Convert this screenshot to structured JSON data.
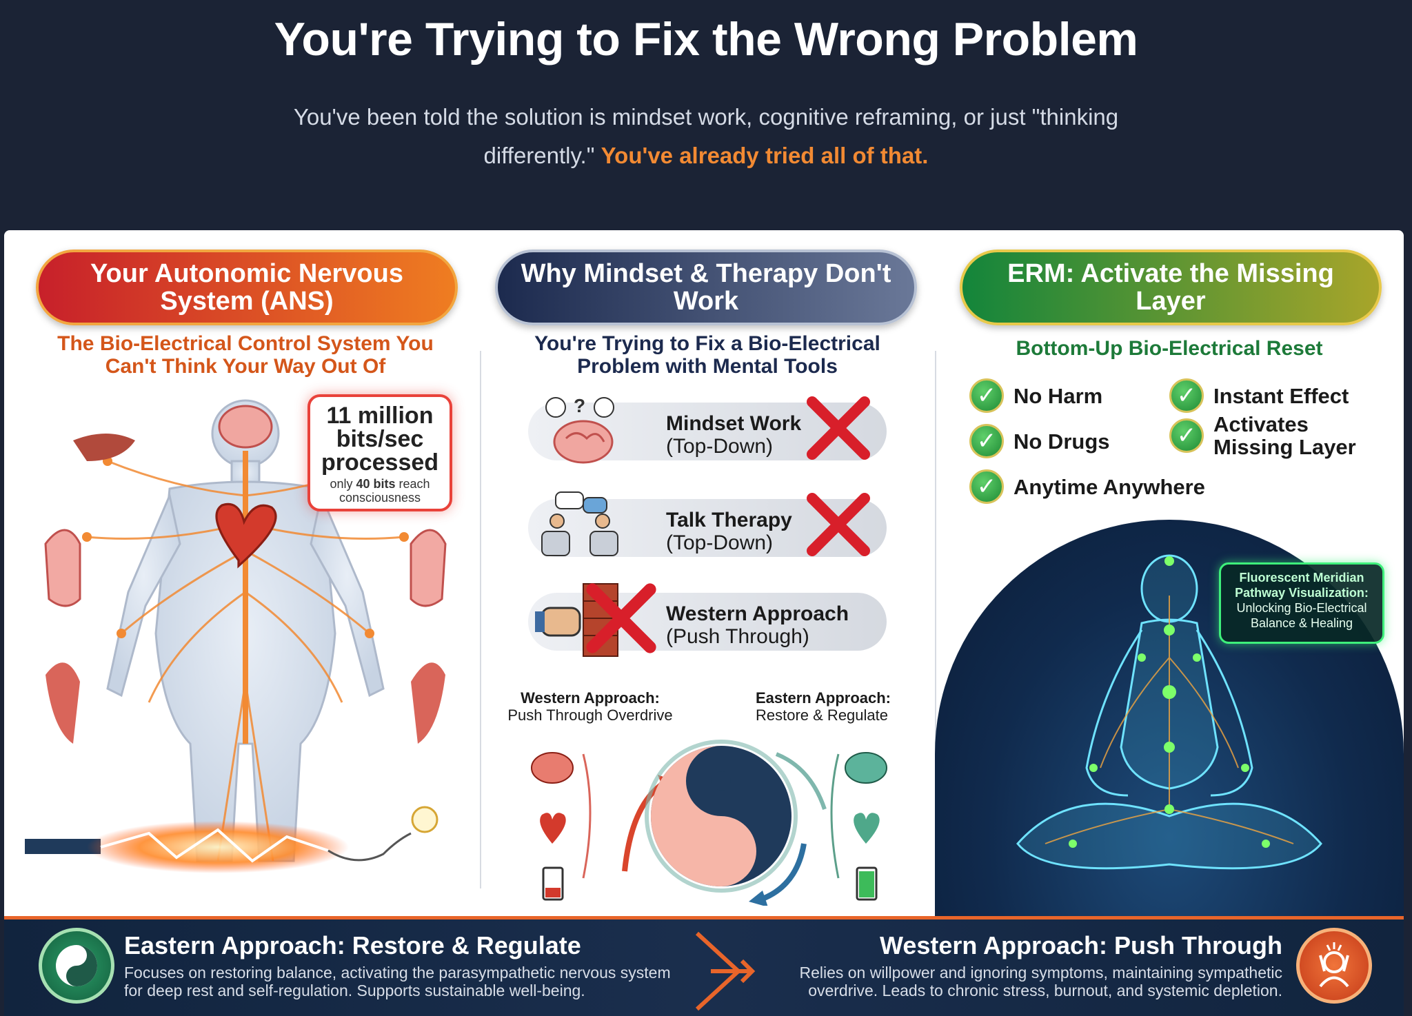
{
  "hero": {
    "title": "You're Trying to Fix the Wrong Problem",
    "subtitle_plain": "You've been told the solution is mindset work, cognitive reframing, or just \"thinking differently.\"",
    "subtitle_highlight": "You've already tried all of that."
  },
  "col1": {
    "pill": "Your Autonomic Nervous System (ANS)",
    "subhead": "The Bio-Electrical Control System You Can't Think Your Way Out Of",
    "callout": {
      "big": "11 million bits/sec processed",
      "small_prefix": "only",
      "small_bold": "40 bits",
      "small_suffix": "reach consciousness"
    }
  },
  "col2": {
    "pill": "Why Mindset & Therapy Don't Work",
    "subhead": "You're Trying to Fix a Bio-Electrical Problem with Mental Tools",
    "items": [
      {
        "title": "Mindset Work",
        "sub": "(Top-Down)"
      },
      {
        "title": "Talk Therapy",
        "sub": "(Top-Down)"
      },
      {
        "title": "Western Approach",
        "sub": "(Push Through)"
      }
    ],
    "western": {
      "title": "Western Approach:",
      "sub": "Push Through Overdrive"
    },
    "eastern": {
      "title": "Eastern Approach:",
      "sub": "Restore & Regulate"
    }
  },
  "col3": {
    "pill": "ERM: Activate the Missing Layer",
    "subhead": "Bottom-Up Bio-Electrical Reset",
    "checks": [
      "No Harm",
      "Instant Effect",
      "No Drugs",
      "Activates Missing Layer",
      "Anytime Anywhere"
    ],
    "fluor_title": "Fluorescent Meridian Pathway Visualization:",
    "fluor_sub": "Unlocking Bio-Electrical Balance & Healing"
  },
  "footer": {
    "left_title": "Eastern Approach: Restore & Regulate",
    "left_desc": "Focuses on restoring balance, activating the parasympathetic nervous system for deep rest and self-regulation. Supports sustainable well-being.",
    "right_title": "Western Approach: Push Through",
    "right_desc": "Relies on willpower and ignoring symptoms, maintaining sympathetic overdrive. Leads to chronic stress, burnout, and systemic depletion."
  },
  "icons": {
    "check": "check-icon",
    "cross": "cross-icon",
    "yin_yang": "yin-yang-icon",
    "stress": "stress-icon"
  },
  "colors": {
    "background": "#1b2335",
    "highlight": "#f28a33",
    "red_pill": "#c7202a",
    "navy_pill": "#1c2a4e",
    "green_pill": "#13853b",
    "footer_border": "#e8652a"
  }
}
